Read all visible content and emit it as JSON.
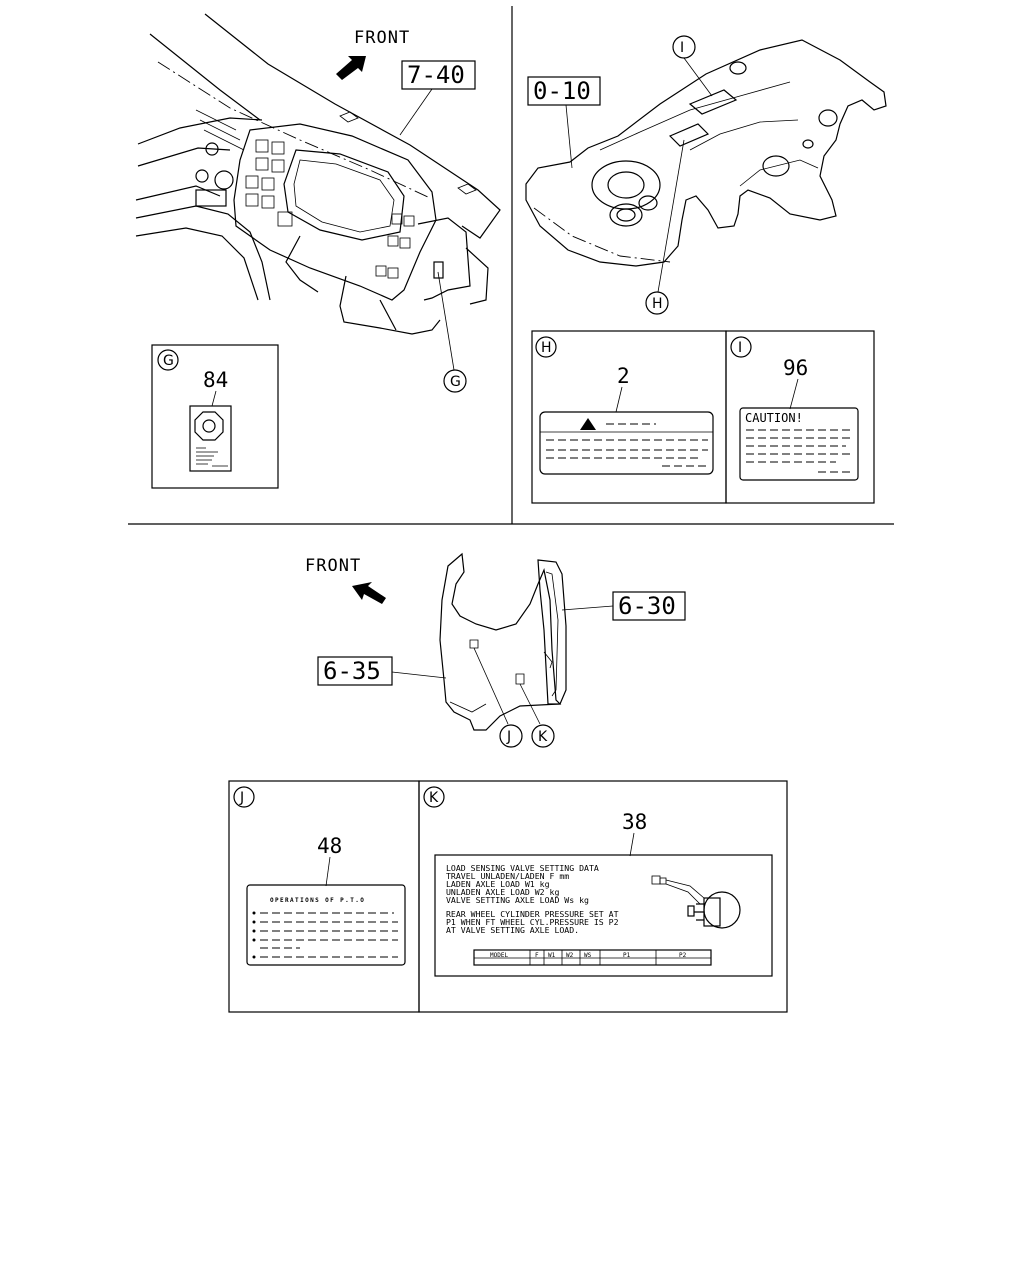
{
  "front_labels": {
    "top": "FRONT",
    "bottom": "FRONT"
  },
  "ref_labels": {
    "dash": "7-40",
    "frame": "0-10",
    "panel_right": "6-30",
    "panel_left": "6-35"
  },
  "callouts": {
    "g": "G",
    "h": "H",
    "i": "I",
    "j": "J",
    "k": "K"
  },
  "detail_g": {
    "letter": "G",
    "part_no": "84"
  },
  "detail_h": {
    "letter": "H",
    "part_no": "2"
  },
  "detail_i": {
    "letter": "I",
    "part_no": "96",
    "caution": "CAUTION!"
  },
  "detail_j": {
    "letter": "J",
    "part_no": "48",
    "title": "OPERATIONS OF P.T.O"
  },
  "detail_k": {
    "letter": "K",
    "part_no": "38",
    "lines": [
      "LOAD SENSING VALVE SETTING DATA",
      "TRAVEL UNLADEN/LADEN           F  mm",
      "LADEN AXLE LOAD                W1 kg",
      "UNLADEN AXLE LOAD              W2 kg",
      "VALVE SETTING AXLE LOAD        Ws kg",
      "REAR WHEEL CYLINDER PRESSURE SET AT",
      "P1 WHEN FT WHEEL CYL.PRESSURE IS P2",
      "AT VALVE SETTING AXLE LOAD."
    ],
    "table_headers": [
      "MODEL",
      "F",
      "W1",
      "W2",
      "WS",
      "P1",
      "P2"
    ]
  },
  "colors": {
    "ink": "#000000",
    "paper": "#ffffff"
  }
}
